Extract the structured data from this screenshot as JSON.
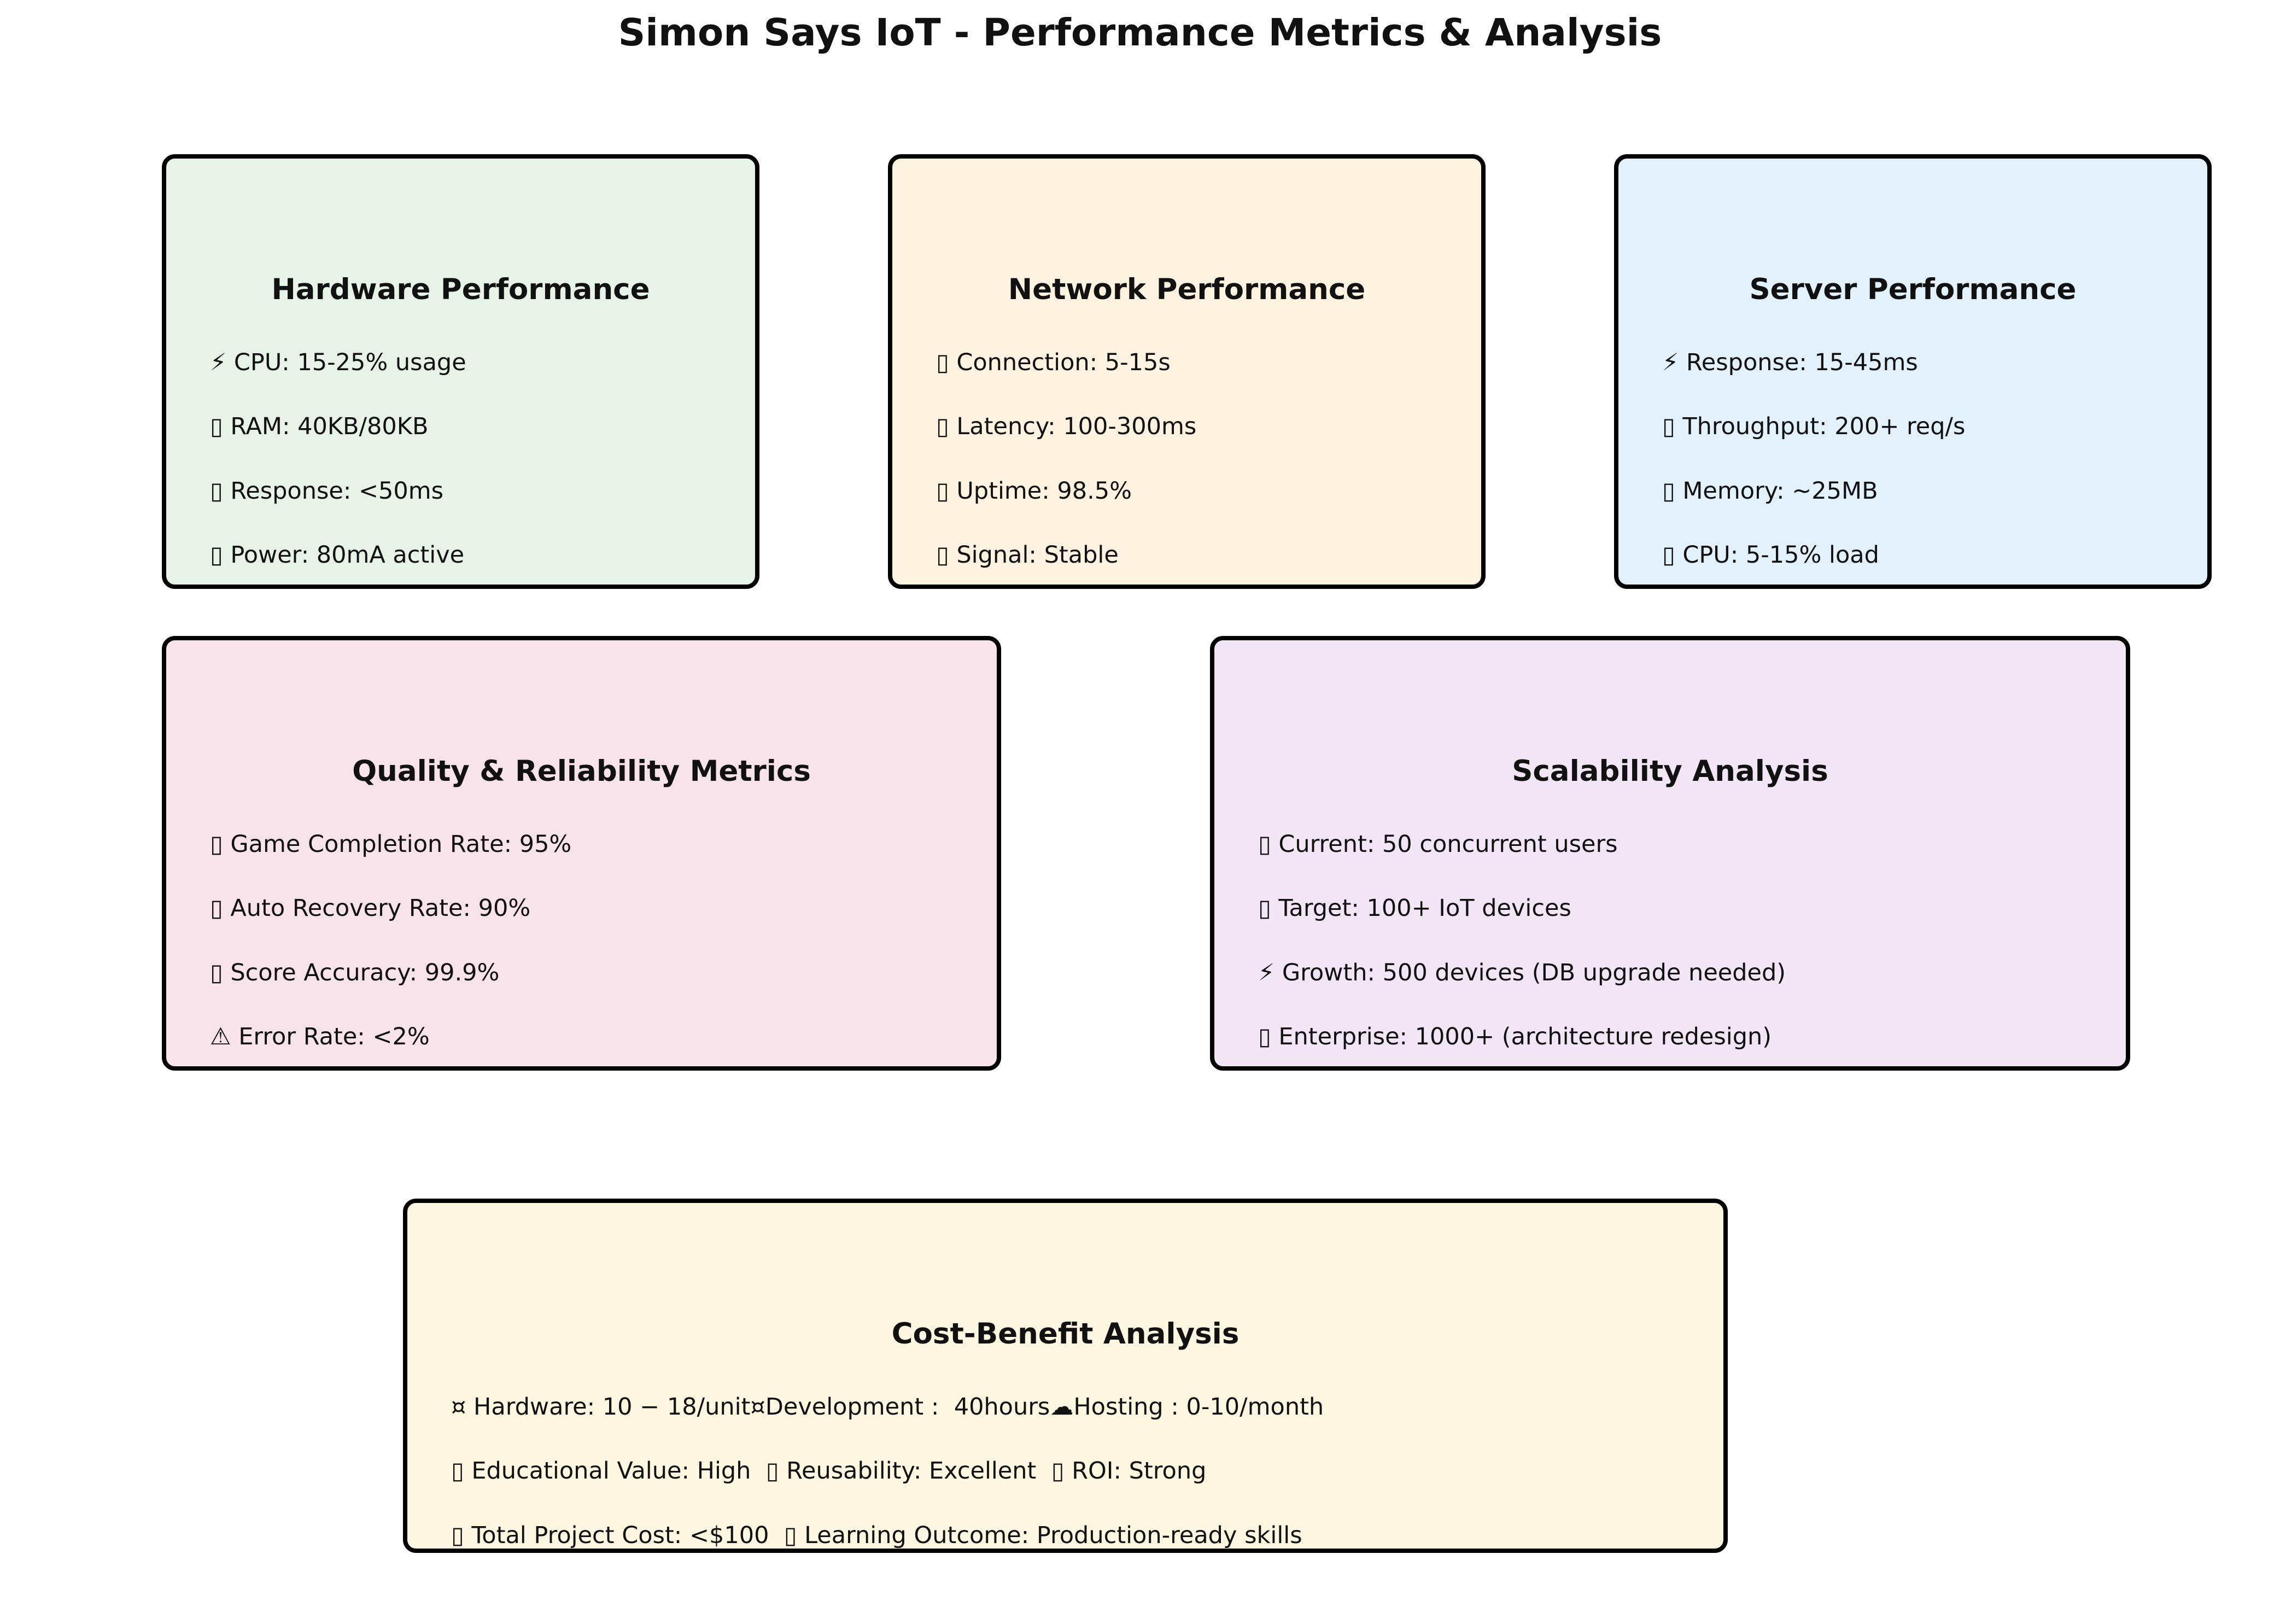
{
  "title": "Simon Says IoT - Performance Metrics & Analysis",
  "panels": [
    {
      "title": "Hardware Performance",
      "color": "#e8f3e8",
      "items": [
        "⚡ CPU: 15-25% usage",
        "▯ RAM: 40KB/80KB",
        "▯ Response: <50ms",
        "▯ Power: 80mA active"
      ]
    },
    {
      "title": "Network Performance",
      "color": "#fef2e0",
      "items": [
        "▯ Connection: 5-15s",
        "▯ Latency: 100-300ms",
        "▯ Uptime: 98.5%",
        "▯ Signal: Stable"
      ]
    },
    {
      "title": "Server Performance",
      "color": "#e3f1fc",
      "items": [
        "⚡ Response: 15-45ms",
        "▯ Throughput: 200+ req/s",
        "▯ Memory: ~25MB",
        "▯ CPU: 5-15% load"
      ]
    },
    {
      "title": "Quality & Reliability Metrics",
      "color": "#f9e3eb",
      "items": [
        "▯ Game Completion Rate: 95%",
        "▯ Auto Recovery Rate: 90%",
        "▯ Score Accuracy: 99.9%",
        "⚠ Error Rate: <2%"
      ]
    },
    {
      "title": "Scalability Analysis",
      "color": "#f2e5f5",
      "items": [
        "▯ Current: 50 concurrent users",
        "▯ Target: 100+ IoT devices",
        "⚡ Growth: 500 devices (DB upgrade needed)",
        "▯ Enterprise: 1000+ (architecture redesign)"
      ]
    },
    {
      "title": "Cost-Benefit Analysis",
      "color": "#fdf7e2",
      "items": [
        "¤ Hardware: 10 − 18/unit¤Development :  40hours☁Hosting : 0-10/month",
        "▯ Educational Value: High  ▯ Reusability: Excellent  ▯ ROI: Strong",
        "▯ Total Project Cost: <$100  ▯ Learning Outcome: Production-ready skills"
      ]
    }
  ]
}
